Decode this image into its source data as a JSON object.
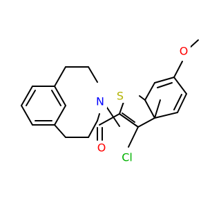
{
  "structure": {
    "atoms": {
      "methoxy_o": {
        "label": "O",
        "color": "#ff0000"
      },
      "sulfur": {
        "label": "S",
        "color": "#b2b200"
      },
      "amide_n": {
        "label": "N",
        "color": "#0000ff"
      },
      "carbonyl_o": {
        "label": "O",
        "color": "#ff0000"
      },
      "chlorine": {
        "label": "Cl",
        "color": "#00b200"
      }
    },
    "bond_color": "#000000"
  }
}
